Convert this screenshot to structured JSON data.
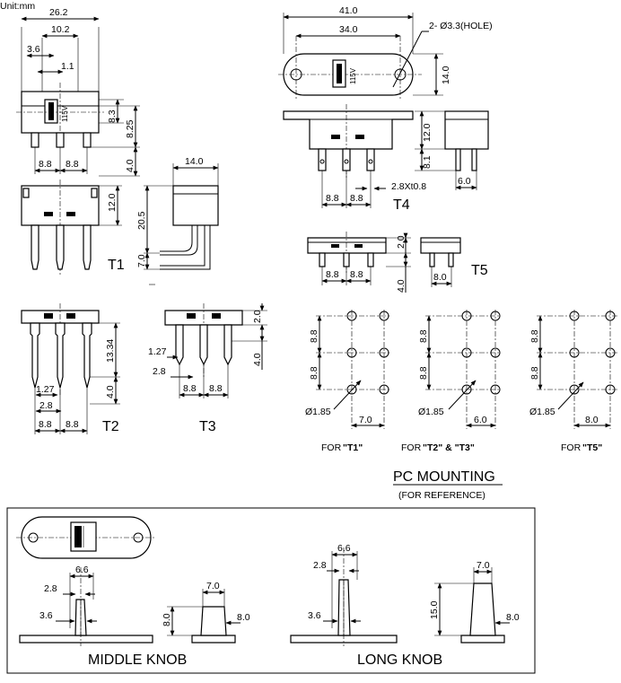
{
  "unit_label": "Unit:mm",
  "knob_marking": "115V",
  "views": {
    "t1": {
      "label": "T1",
      "dims": [
        "26.2",
        "10.2",
        "3.6",
        "1.1",
        "8.3",
        "8.25",
        "4.0",
        "8.8",
        "8.8",
        "12.0",
        "14.0",
        "20.5",
        "7.0"
      ]
    },
    "t4": {
      "label": "T4",
      "dims": [
        "41.0",
        "34.0",
        "2- Ø3.3(HOLE)",
        "14.0",
        "12.0",
        "8.1",
        "8.8",
        "8.8",
        "2.8Xt0.8",
        "6.0"
      ]
    },
    "t5": {
      "label": "T5",
      "dims": [
        "2.0",
        "4.0",
        "8.8",
        "8.8",
        "8.0"
      ]
    },
    "t2": {
      "label": "T2",
      "dims": [
        "13.34",
        "1.27",
        "2.8",
        "4.0",
        "8.8",
        "8.8"
      ]
    },
    "t3": {
      "label": "T3",
      "dims": [
        "2.0",
        "4.0",
        "1.27",
        "2.8",
        "8.8",
        "8.8"
      ]
    }
  },
  "pc_mounting": {
    "title": "PC MOUNTING",
    "subtitle": "(FOR REFERENCE)",
    "layouts": [
      {
        "caption_prefix": "FOR ",
        "caption_bold": "\"T1\"",
        "dims": [
          "8.8",
          "8.8",
          "Ø1.85",
          "7.0"
        ]
      },
      {
        "caption_prefix": "FOR ",
        "caption_bold": "\"T2\" & \"T3\"",
        "dims": [
          "8.8",
          "8.8",
          "Ø1.85",
          "6.0"
        ]
      },
      {
        "caption_prefix": "FOR ",
        "caption_bold": "\"T5\"",
        "dims": [
          "8.8",
          "8.8",
          "Ø1.85",
          "8.0"
        ]
      }
    ]
  },
  "knobs": {
    "middle": {
      "label": "MIDDLE KNOB",
      "dims": [
        "6.6",
        "2.8",
        "3.6",
        "7.0",
        "8.0",
        "8.0"
      ]
    },
    "long": {
      "label": "LONG KNOB",
      "dims": [
        "6.6",
        "2.8",
        "3.6",
        "7.0",
        "15.0",
        "8.0"
      ]
    }
  }
}
